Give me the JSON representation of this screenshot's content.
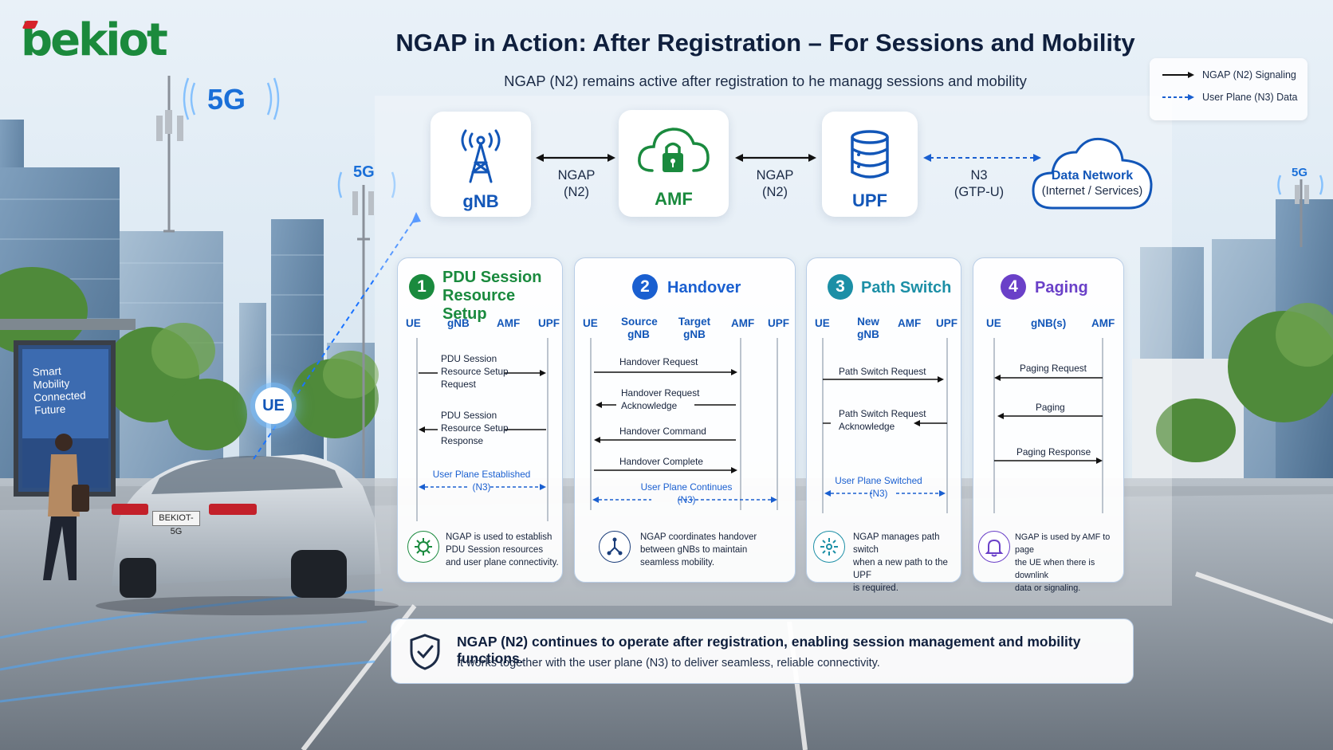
{
  "logo": {
    "text": "bekiot"
  },
  "title": "NGAP in Action: After Registration – For Sessions and Mobility",
  "subtitle": "NGAP (N2) remains active after registration to he managg sessions and mobility",
  "legend": [
    {
      "label": "NGAP (N2) Signaling",
      "style": "solid"
    },
    {
      "label": "User Plane (N3) Data",
      "style": "dashed"
    }
  ],
  "nodes": {
    "gnb": "gNB",
    "amf": "AMF",
    "upf": "UPF",
    "dn_line1": "Data Network",
    "dn_line2": "(Internet / Services)"
  },
  "links": {
    "gnb_amf": [
      "NGAP",
      "(N2)"
    ],
    "amf_upf": [
      "NGAP",
      "(N2)"
    ],
    "upf_dn": [
      "N3",
      "(GTP-U)"
    ]
  },
  "scene": {
    "five_g_large": "5G",
    "five_g_mid": "5G",
    "five_g_right": "5G",
    "ue": "UE",
    "ad_lines": [
      "Smart",
      "Mobility",
      "Connected",
      "Future"
    ],
    "plate": "BEKIOT-5G"
  },
  "colors": {
    "panel1": "#1a8a3e",
    "panel2": "#1a5fd0",
    "panel3": "#1c8fa6",
    "panel4": "#6a40c8",
    "signal": "#111111",
    "user_plane": "#1a5fd0"
  },
  "panels": [
    {
      "num": "1",
      "title_lines": [
        "PDU Session",
        "Resource Setup"
      ],
      "columns": [
        "UE",
        "gNB",
        "AMF",
        "UPF"
      ],
      "messages": [
        [
          "PDU Session",
          "Resource Setup",
          "Request"
        ],
        [
          "PDU Session",
          "Resource Setup",
          "Response"
        ]
      ],
      "user_plane": [
        "User Plane Established",
        "(N3)"
      ],
      "footer": [
        "NGAP is used to establish",
        "PDU Session resources",
        "and user plane connectivity."
      ]
    },
    {
      "num": "2",
      "title": "Handover",
      "columns": [
        "UE",
        "Source gNB",
        "Target gNB",
        "AMF",
        "UPF"
      ],
      "source_lines": [
        "Source",
        "gNB"
      ],
      "target_lines": [
        "Target",
        "gNB"
      ],
      "messages": [
        [
          "Handover Request"
        ],
        [
          "Handover Request",
          "Acknowledge"
        ],
        [
          "Handover Command"
        ],
        [
          "Handover Complete"
        ]
      ],
      "user_plane": [
        "User Plane Continues",
        "(N3)"
      ],
      "footer": [
        "NGAP coordinates handover",
        "between gNBs to maintain",
        "seamless mobility."
      ]
    },
    {
      "num": "3",
      "title": "Path Switch",
      "columns": [
        "UE",
        "New gNB",
        "AMF",
        "UPF"
      ],
      "new_lines": [
        "New",
        "gNB"
      ],
      "messages": [
        [
          "Path Switch Request"
        ],
        [
          "Path Switch Request",
          "Acknowledge"
        ]
      ],
      "user_plane": [
        "User Plane Switched",
        "(N3)"
      ],
      "footer": [
        "NGAP manages path switch",
        "when a new path to the UPF",
        "is required."
      ]
    },
    {
      "num": "4",
      "title": "Paging",
      "columns": [
        "UE",
        "gNB(s)",
        "AMF"
      ],
      "messages": [
        [
          "Paging Request"
        ],
        [
          "Paging"
        ],
        [
          "Paging Response"
        ]
      ],
      "footer": [
        "NGAP is used by AMF to page",
        "the UE when there is downlink",
        "data or signaling."
      ]
    }
  ],
  "banner": {
    "main": "NGAP (N2) continues to operate after registration, enabling session management and mobility functions.",
    "sub": "It works together with the user plane (N3) to deliver seamless, reliable connectivity."
  }
}
